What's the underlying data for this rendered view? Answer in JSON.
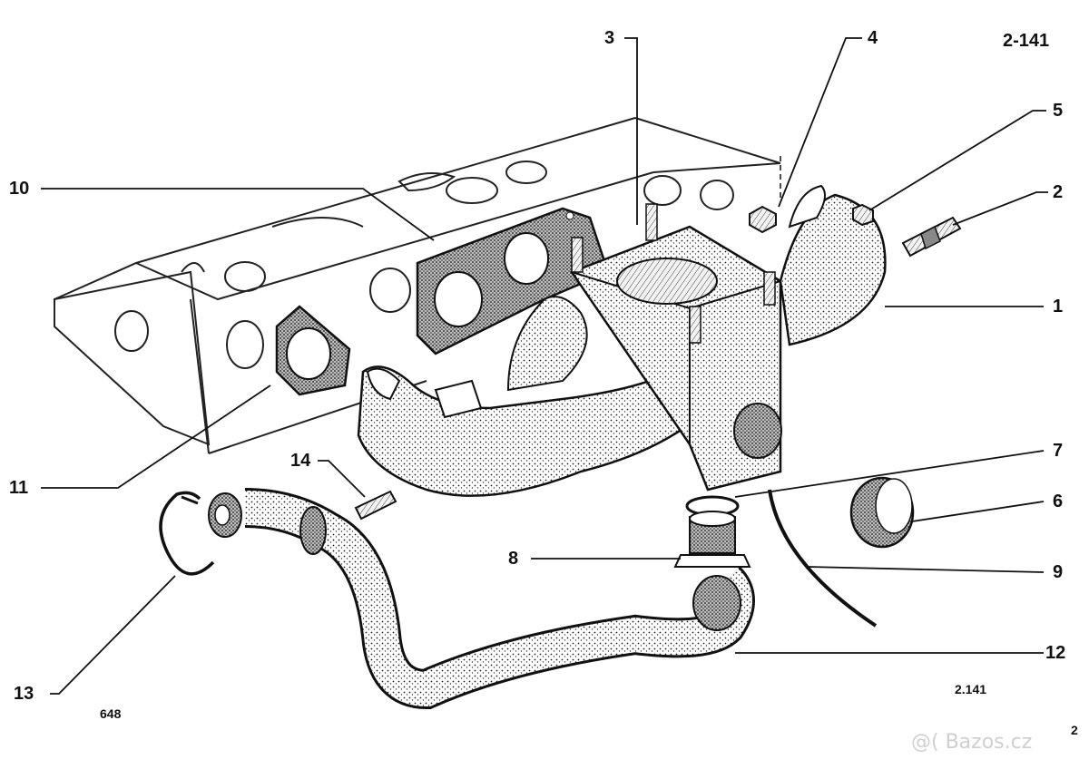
{
  "diagram": {
    "code_top": "2-141",
    "code_bottom": "2.141",
    "page_number": "648",
    "corner_mark": "2",
    "watermark": "@( Bazos.cz",
    "callouts": {
      "c1": "1",
      "c2": "2",
      "c3": "3",
      "c4": "4",
      "c5": "5",
      "c6": "6",
      "c7": "7",
      "c8": "8",
      "c9": "9",
      "c10": "10",
      "c11": "11",
      "c12": "12",
      "c13": "13",
      "c14": "14"
    }
  }
}
